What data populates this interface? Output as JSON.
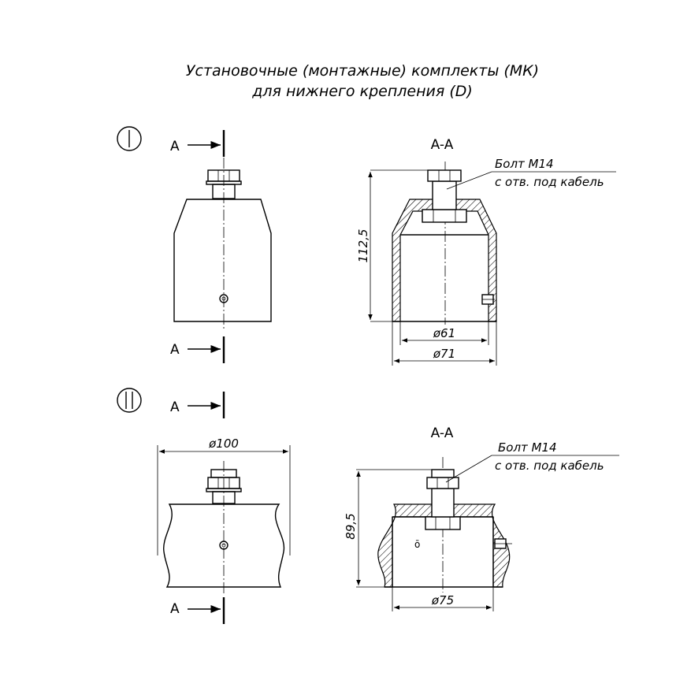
{
  "title": {
    "line1": "Установочные (монтажные)  комплекты (МК)",
    "line2": "для нижнего крепления (D)"
  },
  "variant1": {
    "marker": "I",
    "section_label_top": "A",
    "section_label_bottom": "A",
    "section_title": "A-A",
    "bolt_note_line1": "Болт М14",
    "bolt_note_line2": "с отв. под кабель",
    "height_dim": "112,5",
    "inner_diam": "ø61",
    "outer_diam": "ø71"
  },
  "variant2": {
    "marker": "II",
    "section_label_top": "A",
    "section_label_bottom": "A",
    "section_title": "A-A",
    "bolt_note_line1": "Болт М14",
    "bolt_note_line2": "с отв. под кабель",
    "height_dim": "89,5",
    "width_dim": "ø100",
    "inner_diam": "ø75"
  }
}
